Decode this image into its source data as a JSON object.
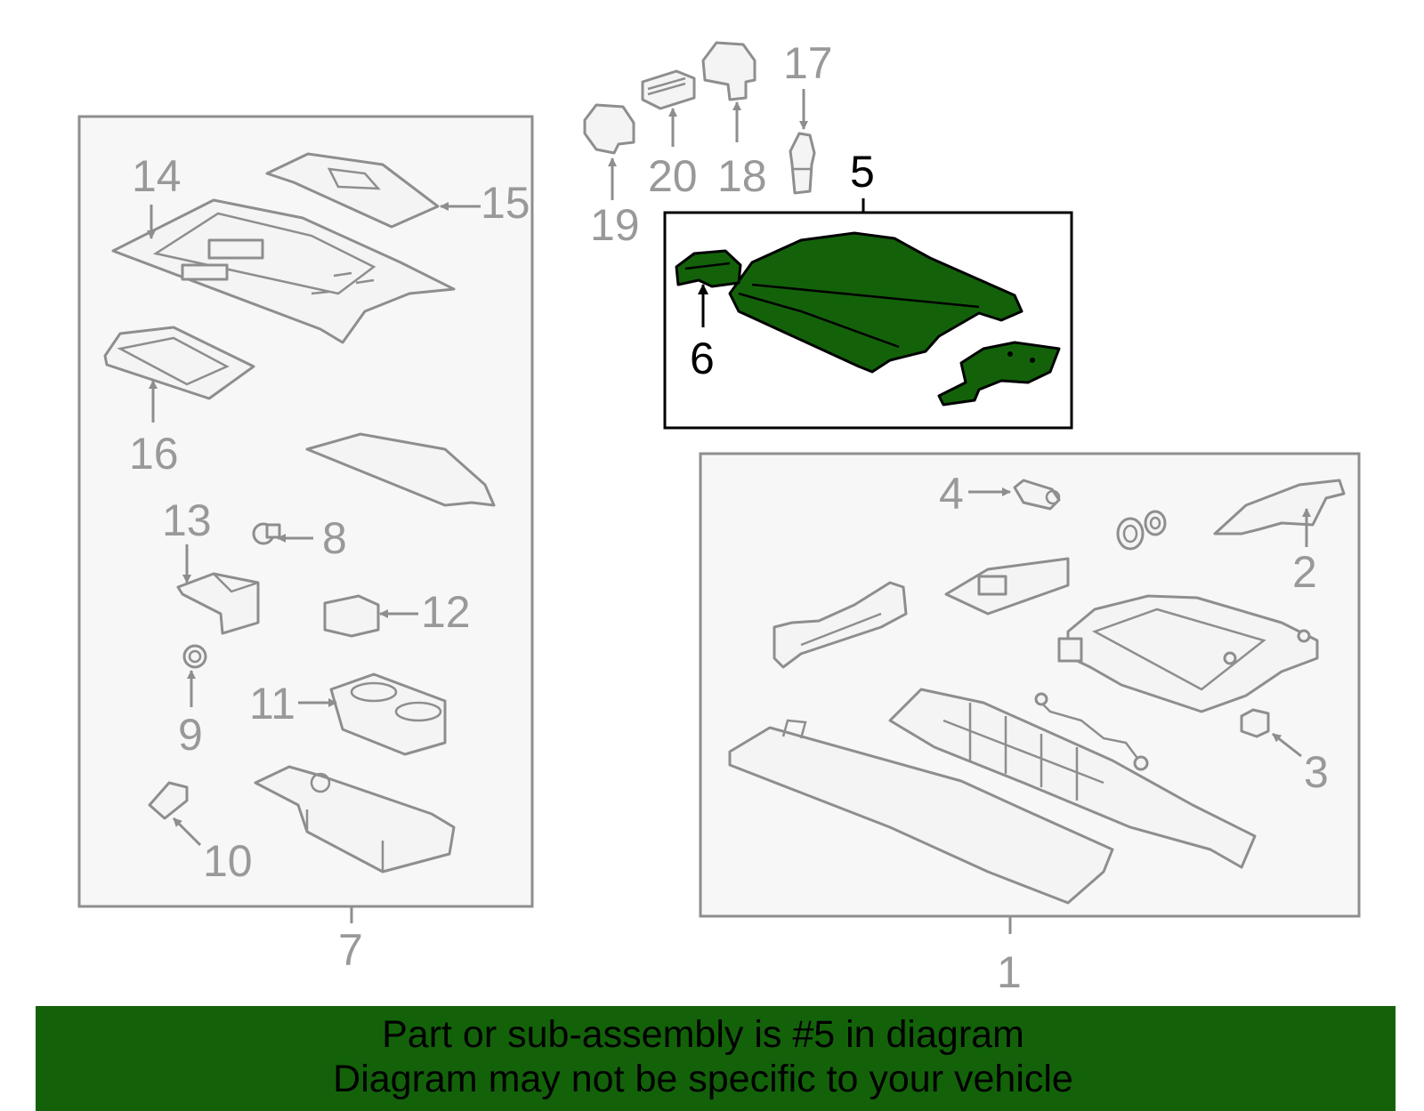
{
  "banner": {
    "line1": "Part or sub-assembly is #5 in diagram",
    "line2": "Diagram may not be specific to your vehicle"
  },
  "colors": {
    "highlight_green": "#13620a",
    "part_gray": "#8e8e8e",
    "label_gray": "#999999"
  },
  "callouts": {
    "c1": "1",
    "c2": "2",
    "c3": "3",
    "c4": "4",
    "c5": "5",
    "c6": "6",
    "c7": "7",
    "c8": "8",
    "c9": "9",
    "c10": "10",
    "c11": "11",
    "c12": "12",
    "c13": "13",
    "c14": "14",
    "c15": "15",
    "c16": "16",
    "c17": "17",
    "c18": "18",
    "c19": "19",
    "c20": "20"
  },
  "highlighted_part": "5"
}
